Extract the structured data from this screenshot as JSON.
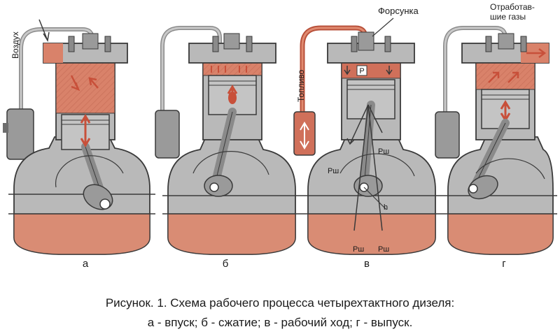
{
  "labels": {
    "air": "Воздух",
    "injector": "Форсунка",
    "fuel": "Топливо",
    "exhaust_line1": "Отработав-",
    "exhaust_line2": "шие газы",
    "pressure": "P",
    "force_pw": "Рш",
    "h": "h"
  },
  "stages": [
    {
      "letter": "а"
    },
    {
      "letter": "б"
    },
    {
      "letter": "в"
    },
    {
      "letter": "г"
    }
  ],
  "caption": {
    "line1": "Рисунок. 1. Схема рабочего процесса четырехтактного дизеля:",
    "line2": "а - впуск; б - сжатие; в - рабочий ход; г - выпуск."
  },
  "colors": {
    "body_gray": "#b9b9b9",
    "dark_gray": "#7d7d7d",
    "outline": "#3a3a3a",
    "charge_red": "#d9826a",
    "oil_red": "#d98c74",
    "fuel_red": "#d0705a",
    "arrow_red": "#c8503a"
  }
}
